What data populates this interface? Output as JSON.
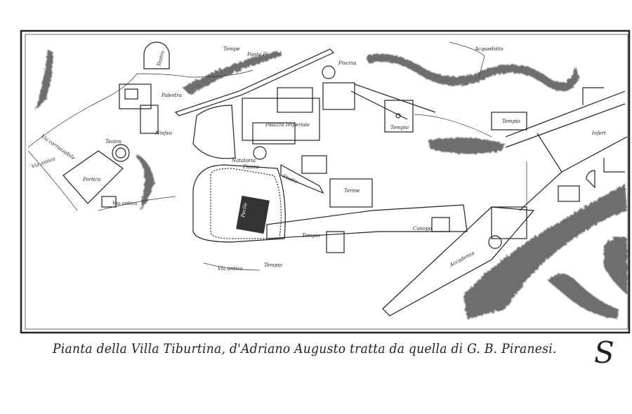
{
  "title": "Pianta della Villa Tiburtina, d'Adriano Augusto tratta da quella di G. B. Piranesi.",
  "plate_mark": "S",
  "labels": {
    "tempe": "Tempe",
    "ponte": "Ponte F.",
    "acquedotto": "Acquedotto",
    "piscina": "Piscina",
    "palestra": "Palestra",
    "ninfeo": "Ninfeo",
    "teatro_nord": "Teatro",
    "teatro": "Teatro",
    "portico": "Portico",
    "via_carrozzabile": "Via carrozzabile",
    "via_antica_1": "Via antica",
    "via_antica_2": "Via antica",
    "via_antica_3": "Via antica",
    "natatoria": "Natatoria",
    "piazza": "Piazza",
    "stadio": "Stadio",
    "palazzo": "Palazzo Imperiale",
    "tempio_1": "Tempio",
    "tempio_2": "Tempio",
    "tempio_3": "Tempio",
    "tempio_4": "Tempio",
    "inferi": "Inferi",
    "pecile": "Pecile",
    "terme": "Terme",
    "canopo": "Canopo",
    "accademia": "Accademia"
  }
}
